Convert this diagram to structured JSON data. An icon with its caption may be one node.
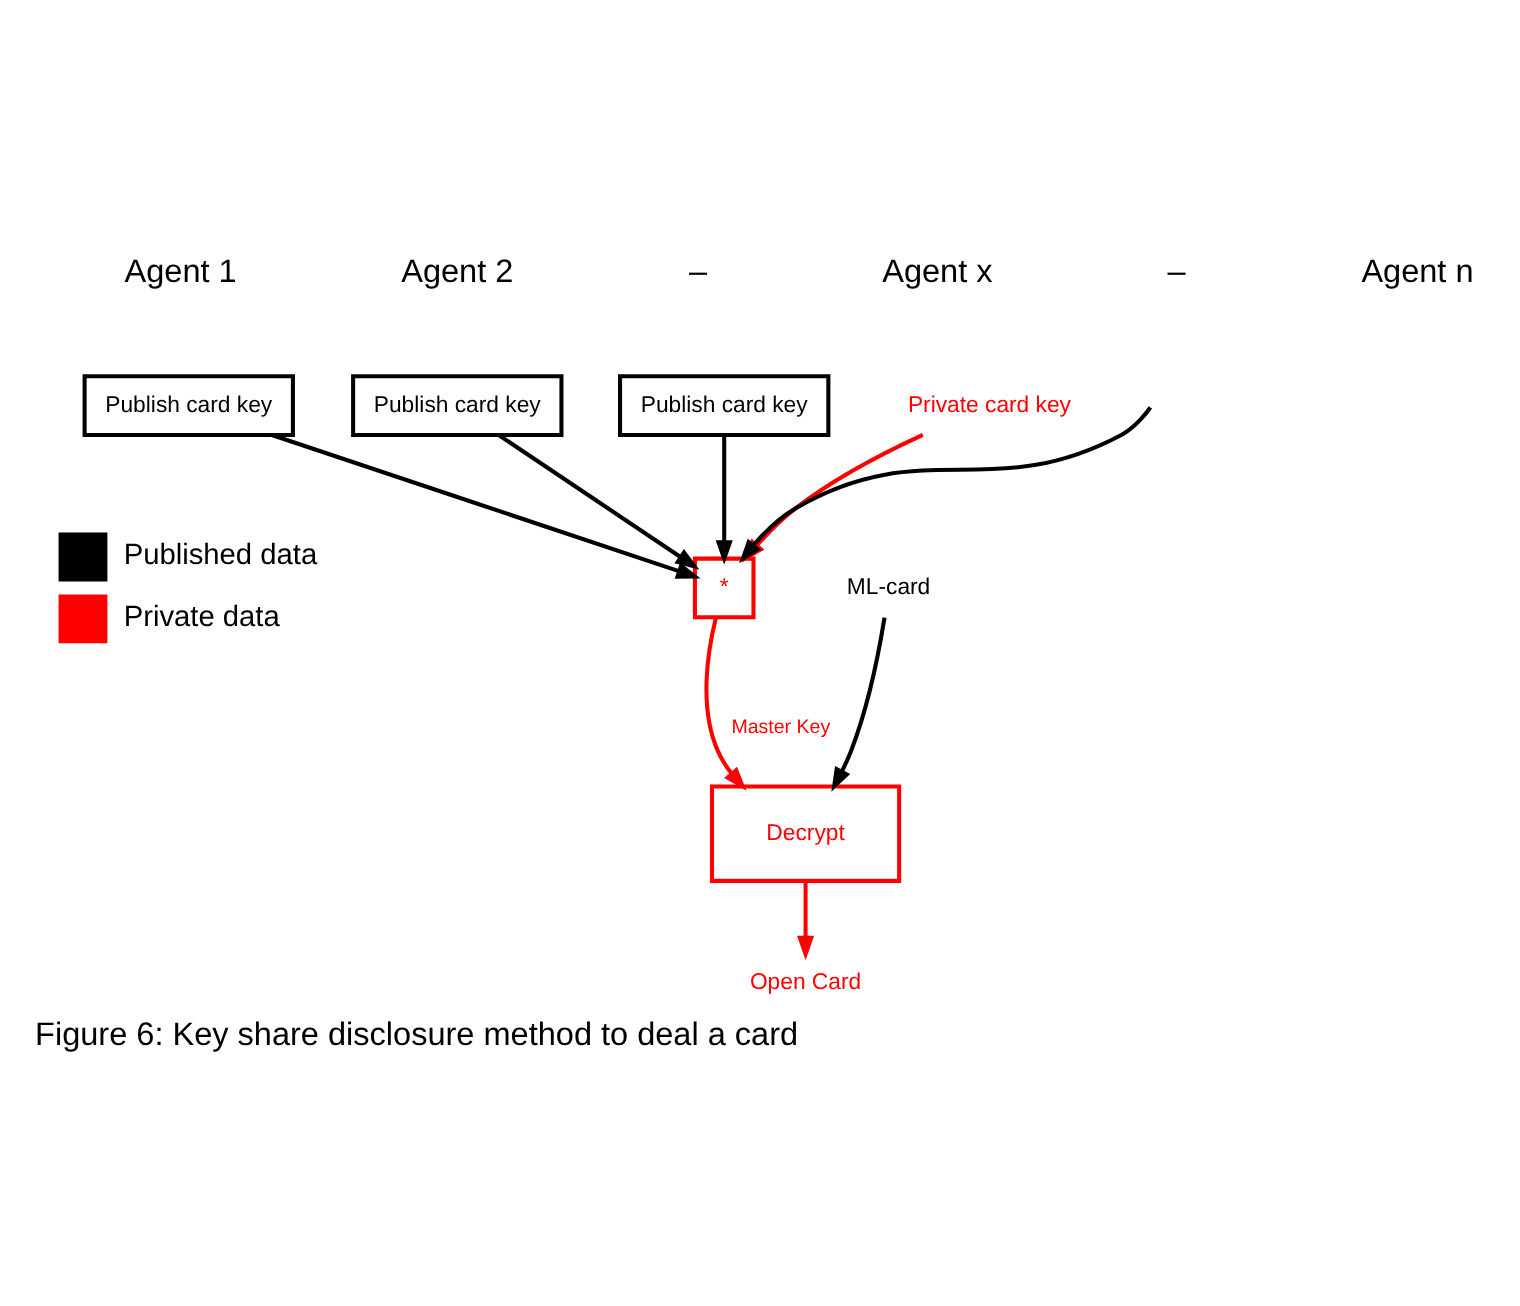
{
  "diagram": {
    "caption": "Figure 6: Key share disclosure method to deal a card",
    "nodes": [
      {
        "text": [
          "Publish card key"
        ]
      },
      {
        "text": [
          "Publish card key"
        ]
      },
      {
        "text": [
          "Publish card key"
        ]
      },
      {
        "text": [
          "*"
        ]
      },
      {
        "text": [
          "Private card key"
        ]
      },
      {
        "text": [
          "ML-card"
        ]
      },
      {
        "text": [
          "Decrypt"
        ]
      },
      {
        "text": [
          "Open Card"
        ]
      }
    ],
    "edges": [
      {
        "from": 0,
        "to": 3,
        "arrow": "to"
      },
      {
        "from": 1,
        "to": 3,
        "arrow": "to"
      },
      {
        "from": null,
        "to": 3,
        "arrow": "to"
      },
      {
        "from": 2,
        "to": 3,
        "arrow": "to"
      },
      {
        "from": 4,
        "to": 3,
        "arrow": "to",
        "color": "#ff0000"
      },
      {
        "from": 3,
        "to": 6,
        "arrow": "to",
        "label": "Master Key",
        "color": "#ff0000"
      },
      {
        "from": 5,
        "to": 6,
        "arrow": "to"
      },
      {
        "from": 6,
        "to": 7,
        "arrow": "to",
        "color": "#ff0000"
      }
    ],
    "labels": [
      "Agent 1",
      "Agent 2",
      "–",
      "Agent x",
      "–",
      "Agent n"
    ],
    "legend": [
      {
        "text": "Published data",
        "color": "#000000"
      },
      {
        "text": "Private data",
        "color": "#ff0000"
      }
    ]
  }
}
